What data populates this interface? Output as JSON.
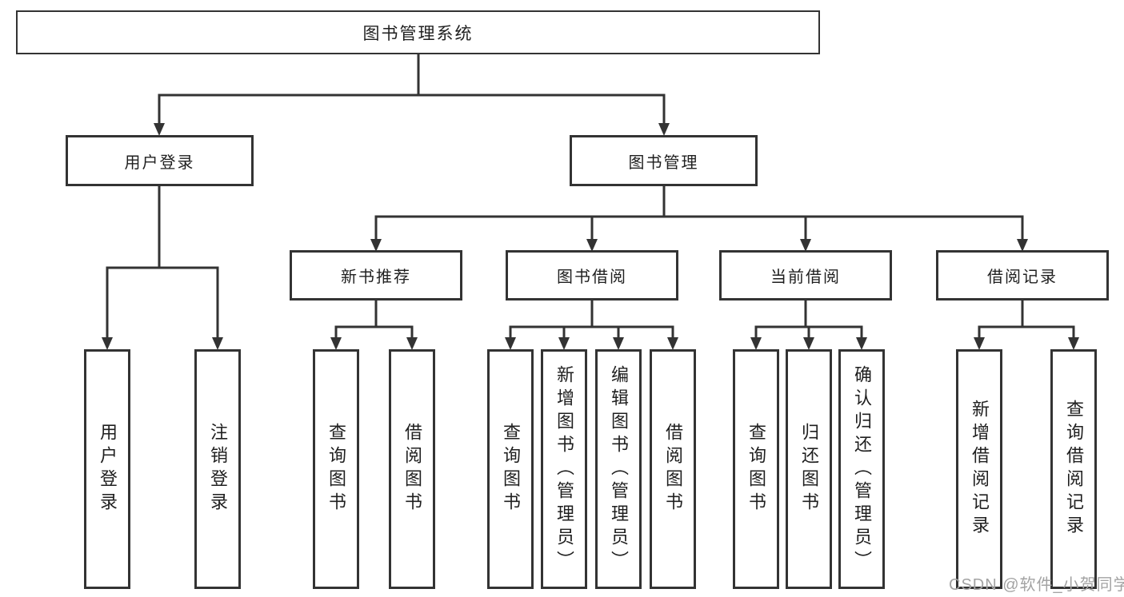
{
  "colors": {
    "line": "#333333",
    "box_border": "#333333",
    "text": "#1f1f1f",
    "background": "#ffffff",
    "watermark": "#a3a3a3"
  },
  "chart_data": {
    "type": "tree-diagram",
    "title": "图书管理系统"
  },
  "tree": {
    "label": "图书管理系统",
    "children": [
      {
        "label": "用户登录",
        "children": [
          {
            "label": "用户登录"
          },
          {
            "label": "注销登录"
          }
        ]
      },
      {
        "label": "图书管理",
        "children": [
          {
            "label": "新书推荐",
            "children": [
              {
                "label": "查询图书"
              },
              {
                "label": "借阅图书"
              }
            ]
          },
          {
            "label": "图书借阅",
            "children": [
              {
                "label": "查询图书"
              },
              {
                "label": "新增图书（管理员）"
              },
              {
                "label": "编辑图书（管理员）"
              },
              {
                "label": "借阅图书"
              }
            ]
          },
          {
            "label": "当前借阅",
            "children": [
              {
                "label": "查询图书"
              },
              {
                "label": "归还图书"
              },
              {
                "label": "确认归还（管理员）"
              }
            ]
          },
          {
            "label": "借阅记录",
            "children": [
              {
                "label": "新增借阅记录"
              },
              {
                "label": "查询借阅记录"
              }
            ]
          }
        ]
      }
    ]
  },
  "watermark": {
    "text": "CSDN @软件_小贺同学"
  }
}
